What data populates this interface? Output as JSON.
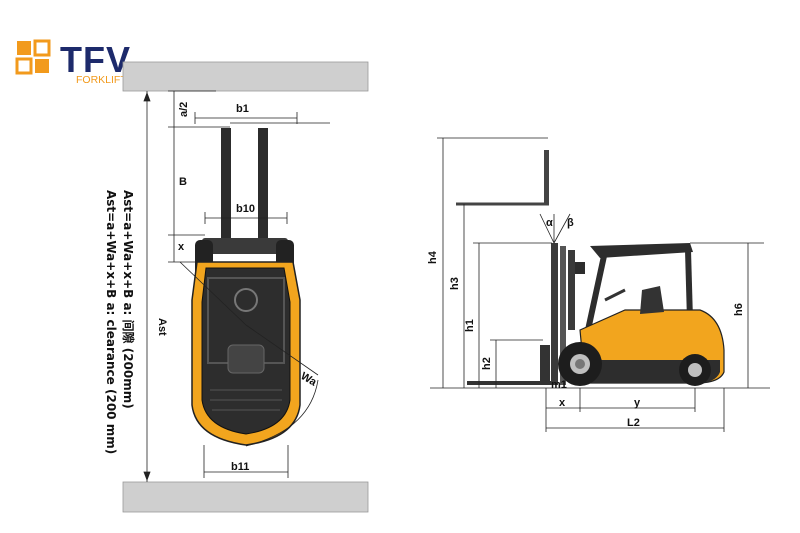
{
  "logo": {
    "brand": "TFV",
    "tagline": "FORKLIFT SOLUTIONS",
    "colors": {
      "orange": "#f29a1c",
      "navy": "#1d2a6b"
    }
  },
  "colors": {
    "body_yellow": "#f2a51e",
    "dark": "#2a2a2a",
    "wall": "#cfcfcf"
  },
  "top_view": {
    "labels": {
      "a2": "a/2",
      "b1": "b1",
      "B": "B",
      "b10": "b10",
      "x": "x",
      "Ast": "Ast",
      "Wa": "Wa",
      "b11": "b11"
    },
    "formula1": "Ast=a+Wa+x+B  a: 间隙 (200mm)",
    "formula2": "Ast=a+Wa+x+B a: clearance (200 mm)"
  },
  "side_view": {
    "labels": {
      "h4": "h4",
      "h3": "h3",
      "h1": "h1",
      "h2": "h2",
      "h6": "h6",
      "alpha": "α",
      "beta": "β",
      "m1": "m1",
      "x": "x",
      "y": "y",
      "L2": "L2"
    }
  }
}
